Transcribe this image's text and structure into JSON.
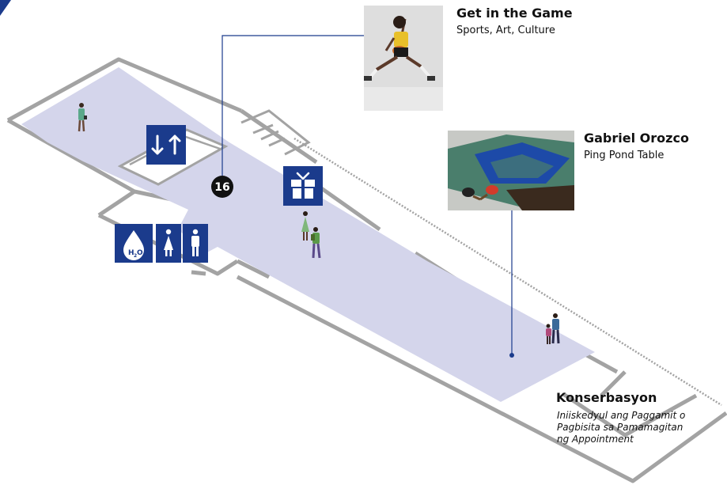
{
  "exhibits": [
    {
      "title": "Get in the Game",
      "subtitle": "Sports, Art, Culture"
    },
    {
      "title": "Gabriel Orozco",
      "subtitle": "Ping Pond Table"
    }
  ],
  "conservation": {
    "title": "Konserbasyon",
    "lines": [
      "Iniiskedyul ang Paggamit o",
      "Pagbisita sa Pamamagitan",
      "ng Appointment"
    ]
  },
  "marker": {
    "number": "16"
  },
  "amenities": {
    "water_label": "H",
    "water_sub": "2",
    "water_end": "O"
  },
  "icons": [
    "elevator-icon",
    "gift-shop-icon",
    "water-fountain-icon",
    "womens-restroom-icon",
    "mens-restroom-icon"
  ],
  "colors": {
    "floor": "#d4d5eb",
    "wall": "#a3a3a3",
    "brand": "#1b3b8c",
    "marker": "#111111"
  }
}
